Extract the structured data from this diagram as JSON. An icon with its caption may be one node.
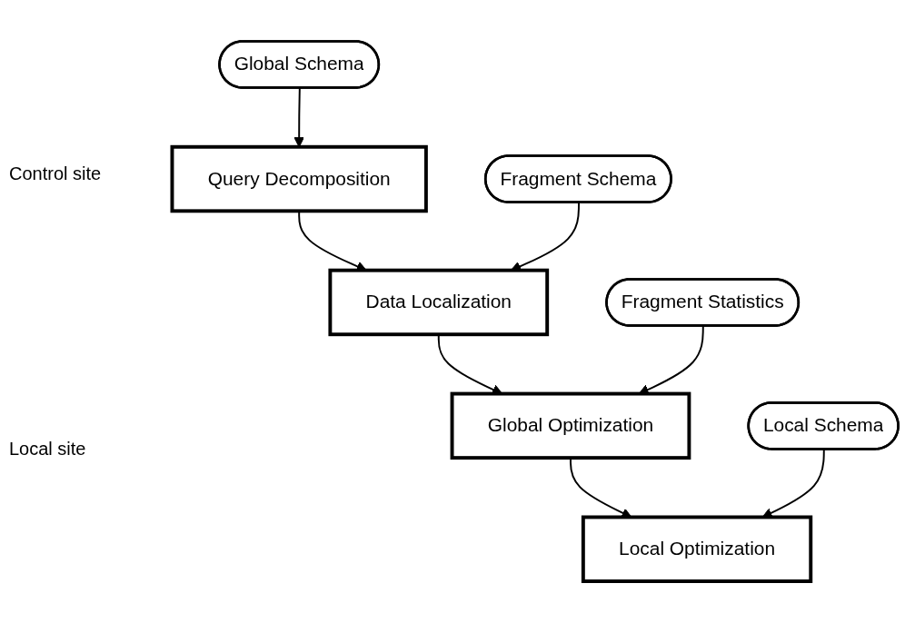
{
  "diagram": {
    "nodes": [
      {
        "text": [
          "Query Decomposition"
        ]
      },
      {
        "text": [
          "Global Schema"
        ]
      },
      {
        "text": [
          "Data Localization"
        ]
      },
      {
        "text": [
          "Fragment Schema"
        ]
      },
      {
        "text": [
          "Global Optimization"
        ]
      },
      {
        "text": [
          "Fragment Statistics"
        ]
      },
      {
        "text": [
          "Local Optimization"
        ]
      },
      {
        "text": [
          "Local Schema"
        ]
      }
    ],
    "edges": [
      {
        "from": 1,
        "to": 0,
        "arrow": "to"
      },
      {
        "from": 0,
        "to": 2,
        "arrow": "to"
      },
      {
        "from": 3,
        "to": 2,
        "arrow": "to"
      },
      {
        "from": 2,
        "to": 4,
        "arrow": "to"
      },
      {
        "from": 5,
        "to": 4,
        "arrow": "to"
      },
      {
        "from": 4,
        "to": 6,
        "arrow": "to"
      },
      {
        "from": 7,
        "to": 6,
        "arrow": "to"
      }
    ],
    "labels": [
      "Control site",
      "Local site"
    ]
  }
}
